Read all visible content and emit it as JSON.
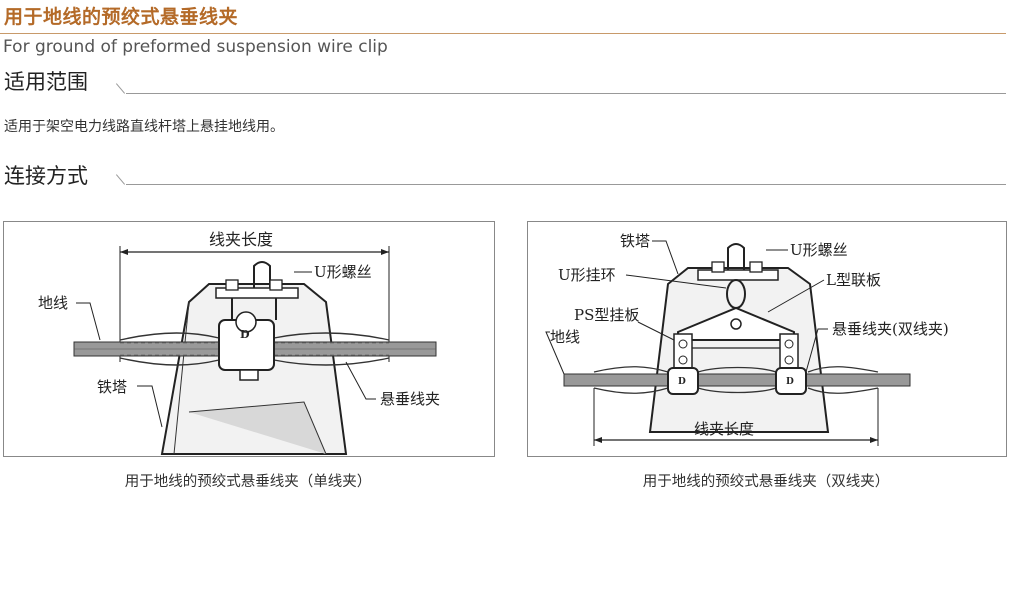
{
  "title": "用于地线的预绞式悬垂线夹",
  "subtitle": "For ground of preformed suspension wire clip",
  "sections": [
    {
      "heading": "适用范围",
      "text": "适用于架空电力线路直线杆塔上悬挂地线用。"
    },
    {
      "heading": "连接方式"
    }
  ],
  "figure_single": {
    "caption": "用于地线的预绞式悬垂线夹（单线夹）",
    "labels": {
      "length": "线夹长度",
      "u_bolt": "U形螺丝",
      "ground_wire": "地线",
      "tower": "铁塔",
      "clamp": "悬垂线夹",
      "mark": "D"
    }
  },
  "figure_double": {
    "caption": "用于地线的预绞式悬垂线夹（双线夹）",
    "labels": {
      "tower": "铁塔",
      "u_bolt": "U形螺丝",
      "u_ring": "U形挂环",
      "l_plate": "L型联板",
      "ps_plate": "PS型挂板",
      "clamp_double": "悬垂线夹(双线夹)",
      "ground_wire": "地线",
      "length": "线夹长度",
      "mark": "D"
    }
  }
}
